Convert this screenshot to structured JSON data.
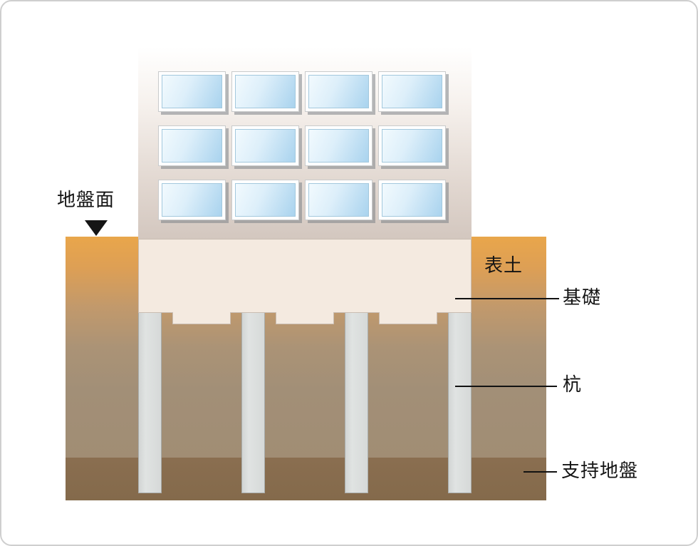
{
  "figure": {
    "type": "diagram",
    "subject": "pile-foundation-cross-section",
    "labels": {
      "ground_surface": "地盤面",
      "topsoil": "表土",
      "foundation": "基礎",
      "pile": "杭",
      "bearing_stratum": "支持地盤"
    },
    "structure": {
      "window_rows": 3,
      "window_cols": 4,
      "pile_count": 4
    },
    "colors": {
      "topsoil": "#e9a64b",
      "subsoil": "#a28f77",
      "bearing_stratum": "#8a6e50",
      "foundation": "#f4eae0",
      "pile": "#e0e3e2",
      "window_glass": "#a9d3ee",
      "building_wall": "#d3c7bf",
      "marker": "#151515"
    }
  }
}
